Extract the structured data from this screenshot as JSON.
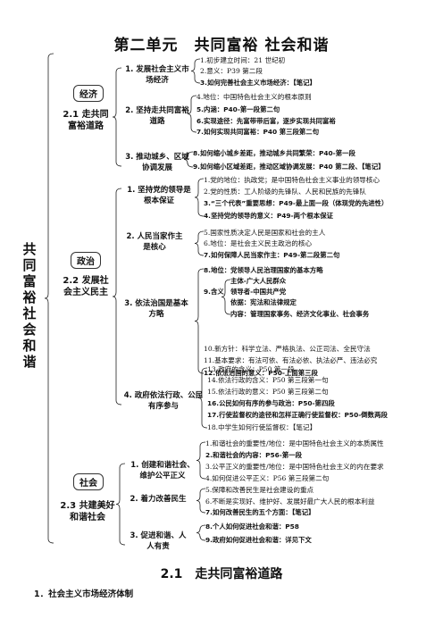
{
  "title": "第二单元　共同富裕 社会和谐",
  "root": "共同富裕　社会和谐",
  "tags": [
    "经济",
    "政治",
    "社会"
  ],
  "sections": [
    {
      "label": "2.1 走共同富裕道路",
      "nodes": [
        {
          "label": "1. 发展社会主义市场经济",
          "leaves": [
            {
              "text": "1.初步建立时间：21 世纪初",
              "bold": false
            },
            {
              "text": "2.意义：P39 第二段",
              "bold": false
            },
            {
              "text": "3.如何完善社会主义市场经济：【笔记】",
              "bold": true
            }
          ]
        },
        {
          "label": "2. 坚持走共同富裕道路",
          "leaves": [
            {
              "text": "4.地位：中国特色社会主义的根本原则",
              "bold": false
            },
            {
              "text": "5.内涵：P40-第一段第二句",
              "bold": true
            },
            {
              "text": "6.实现途径：先富带带后富，逐步实现共同富裕",
              "bold": true
            },
            {
              "text": "7.如何实现共同富裕：P40 第三段第二句",
              "bold": true
            }
          ]
        },
        {
          "label": "3. 推动城乡、区域协调发展",
          "leaves": [
            {
              "text": "8.如何缩小城乡差距，推动城乡共同繁荣：P40-第一段",
              "bold": true
            },
            {
              "text": "9.如何缩小区域差距，推动区域协调发展：P40 第二段、【笔记】",
              "bold": true
            }
          ]
        }
      ]
    },
    {
      "label": "2.2 发展社会主义民主",
      "nodes": [
        {
          "label": "1. 坚持党的领导是根本保证",
          "leaves": [
            {
              "text": "1.党的地位：执政党；是中国特色社会主义事业的领导核心",
              "bold": false
            },
            {
              "text": "2.党的性质：工人阶级的先锋队、人民和民族的先锋队",
              "bold": false
            },
            {
              "text": "3.“三个代表”重要思想：P49-最上面一段（体现党的先进性）",
              "bold": true
            },
            {
              "text": "4.坚持党的领导的意义：P49-两个根本保证",
              "bold": true
            }
          ]
        },
        {
          "label": "2. 人民当家作主是核心",
          "leaves": [
            {
              "text": "5.国家性质决定人民是国家和社会的主人",
              "bold": false
            },
            {
              "text": "6.地位：是社会主义民主政治的核心",
              "bold": false
            },
            {
              "text": "7.如何保障人民当家作主：P49-第二段第二句",
              "bold": true
            }
          ]
        },
        {
          "label": "3. 依法治国是基本方略",
          "leaves": [
            {
              "text": "8.地位：党领导人民治理国家的基本方略",
              "bold": true
            },
            {
              "text": "9.含义",
              "bold": true
            },
            {
              "text": "10.新方针：科学立法、严格执法、公正司法、全民守法",
              "bold": false
            },
            {
              "text": "11.基本要求：有法可依、有法必依、执法必严、违法必究",
              "bold": false
            },
            {
              "text": "12.依法治国的意义：P50-上面第三段",
              "bold": true
            }
          ],
          "sub": [
            {
              "text": "主体-广大人民群众"
            },
            {
              "text": "领导者-中国共产党"
            },
            {
              "text": "依据：宪法和法律规定"
            },
            {
              "text": "内容：管理国家事务、经济文化事业、社会事务"
            }
          ]
        },
        {
          "label": "4. 政府依法行政、公民有序参与",
          "leaves": [
            {
              "text": "13.政府的含义：P50 第一段",
              "bold": false
            },
            {
              "text": "14.依法行政的含义：P50 第三段第一句",
              "bold": false
            },
            {
              "text": "15.依法行政的意义：P50 第三段第二句",
              "bold": false
            },
            {
              "text": "16.公民如何有序的参与政治：P50-第四段",
              "bold": true
            },
            {
              "text": "17.行使监督权的途径和怎样正确行使监督权：P50-倒数两段",
              "bold": true
            },
            {
              "text": "18.中学生如何行使监督权：【笔记】",
              "bold": false
            }
          ]
        }
      ]
    },
    {
      "label": "2.3 共建美好和谐社会",
      "nodes": [
        {
          "label": "1. 创建和谐社会、维护公平正义",
          "leaves": [
            {
              "text": "1.和谐社会的重要性/地位：是中国特色社会主义的本质属性",
              "bold": false
            },
            {
              "text": "2.和谐社会的内容：P56-第一段",
              "bold": true
            },
            {
              "text": "3.公平正义的重要性/地位：是中国特色社会主义的内在要求",
              "bold": false
            },
            {
              "text": "4.如何促进公平正义：P56 第三段第二句",
              "bold": false
            }
          ]
        },
        {
          "label": "2. 着力改善民生",
          "leaves": [
            {
              "text": "5.保障和改善民生是社会建设的重点",
              "bold": false
            },
            {
              "text": "6.不断是实现好、维护好、发展好最广大人民的根本利益",
              "bold": false
            },
            {
              "text": "7.如何改善民生的五个方面：【笔记】",
              "bold": true
            }
          ]
        },
        {
          "label": "3. 促进和谐、人人有责",
          "leaves": [
            {
              "text": "8.个人如何促进社会和谐：P58",
              "bold": true
            },
            {
              "text": "9.政府如何促进社会和谐：详见下文",
              "bold": true
            }
          ]
        }
      ]
    }
  ],
  "bottom_title": "2.1　走共同富裕道路",
  "bottom_sub": "1．社会主义市场经济体制"
}
